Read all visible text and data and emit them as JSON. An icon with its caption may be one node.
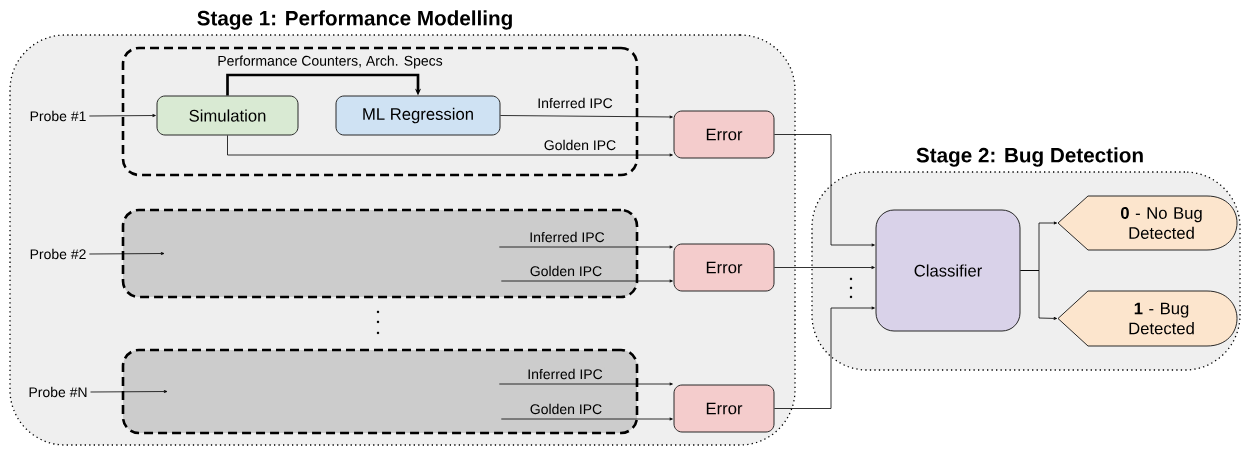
{
  "diagram": {
    "nodes": [
      {
        "text": [
          "Stage 1: Performance Modelling"
        ]
      },
      {
        "text": [
          "Probe #1"
        ],
        "in": 0
      },
      {
        "text": [],
        "shape": "box",
        "in": 0
      },
      {
        "text": [
          "Simulation"
        ],
        "in": 2
      },
      {
        "text": [
          "ML Regression"
        ],
        "in": 2
      },
      {
        "text": [
          "Error"
        ],
        "in": 0
      },
      {
        "text": [
          "Probe #2"
        ],
        "in": 0
      },
      {
        "text": [],
        "shape": "box",
        "in": 0
      },
      {
        "text": [
          "Error"
        ],
        "in": 0
      },
      {
        "text": [
          "Probe #N"
        ],
        "in": 0
      },
      {
        "text": [],
        "shape": "box",
        "in": 0
      },
      {
        "text": [
          "Error"
        ],
        "in": 0
      },
      {
        "text": [
          "Stage 2: Bug Detection"
        ]
      },
      {
        "text": [
          "Classifier"
        ],
        "in": 12
      },
      {
        "text": [
          "**0** - No Bug Detected"
        ],
        "in": 12
      },
      {
        "text": [
          "**1** - Bug Detected"
        ],
        "in": 12
      }
    ],
    "edges": [
      {
        "from": 1,
        "to": 3,
        "arrow": "to"
      },
      {
        "from": 3,
        "to": 4,
        "arrow": "to",
        "label": "Performance Counters, Arch. Specs",
        "style": "thick"
      },
      {
        "from": 4,
        "to": 5,
        "arrow": "to",
        "label": "Inferred IPC"
      },
      {
        "from": 3,
        "to": 5,
        "arrow": "to",
        "label": "Golden IPC"
      },
      {
        "from": 6,
        "to": 7,
        "arrow": "to"
      },
      {
        "from": 7,
        "to": 8,
        "arrow": "to",
        "label": "Inferred IPC"
      },
      {
        "from": 7,
        "to": 8,
        "arrow": "to",
        "label": "Golden IPC"
      },
      {
        "from": 9,
        "to": 10,
        "arrow": "to"
      },
      {
        "from": 10,
        "to": 11,
        "arrow": "to",
        "label": "Inferred IPC"
      },
      {
        "from": 10,
        "to": 11,
        "arrow": "to",
        "label": "Golden IPC"
      },
      {
        "from": 5,
        "to": 13,
        "arrow": "to"
      },
      {
        "from": 8,
        "to": 13,
        "arrow": "to"
      },
      {
        "from": 11,
        "to": 13,
        "arrow": "to"
      },
      {
        "from": 13,
        "to": 14,
        "arrow": "to"
      },
      {
        "from": 13,
        "to": 15,
        "arrow": "to"
      }
    ]
  }
}
